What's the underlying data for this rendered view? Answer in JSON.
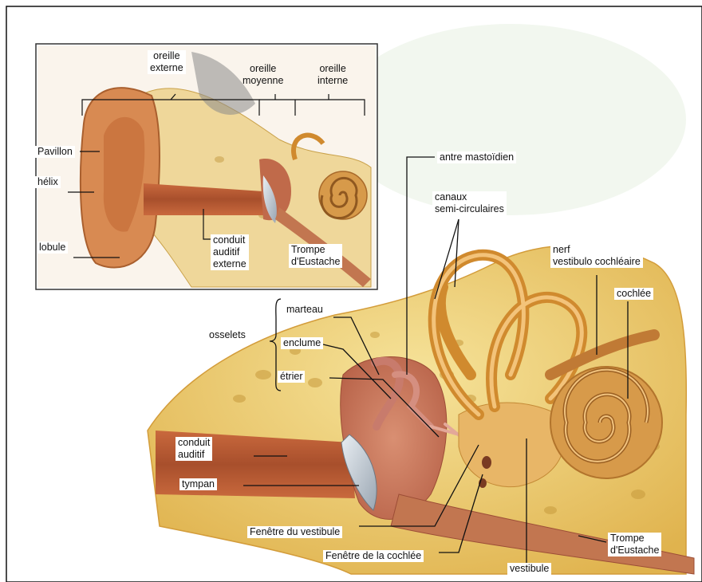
{
  "inset_labels": {
    "outer_ear": "oreille\nexterne",
    "middle_ear": "oreille\nmoyenne",
    "inner_ear": "oreille\ninterne",
    "pavillon": "Pavillon",
    "helix": "hélix",
    "lobule": "lobule",
    "ear_canal": "conduit\nauditif\nexterne",
    "eustachian_tube": "Trompe\nd'Eustache"
  },
  "main_labels": {
    "mastoid_antrum": "antre mastoïdien",
    "semicircular_canals": "canaux\nsemi-circulaires",
    "vestibulocochlear_nerve": "nerf\nvestibulo cochléaire",
    "cochlea": "cochlée",
    "malleus": "marteau",
    "ossicles": "osselets",
    "incus": "enclume",
    "stapes": "étrier",
    "ear_canal": "conduit\nauditif",
    "eardrum": "tympan",
    "oval_window": "Fenêtre du vestibule",
    "round_window": "Fenêtre de la cochlée",
    "vestibule": "vestibule",
    "eustachian_tube": "Trompe\nd'Eustache"
  }
}
